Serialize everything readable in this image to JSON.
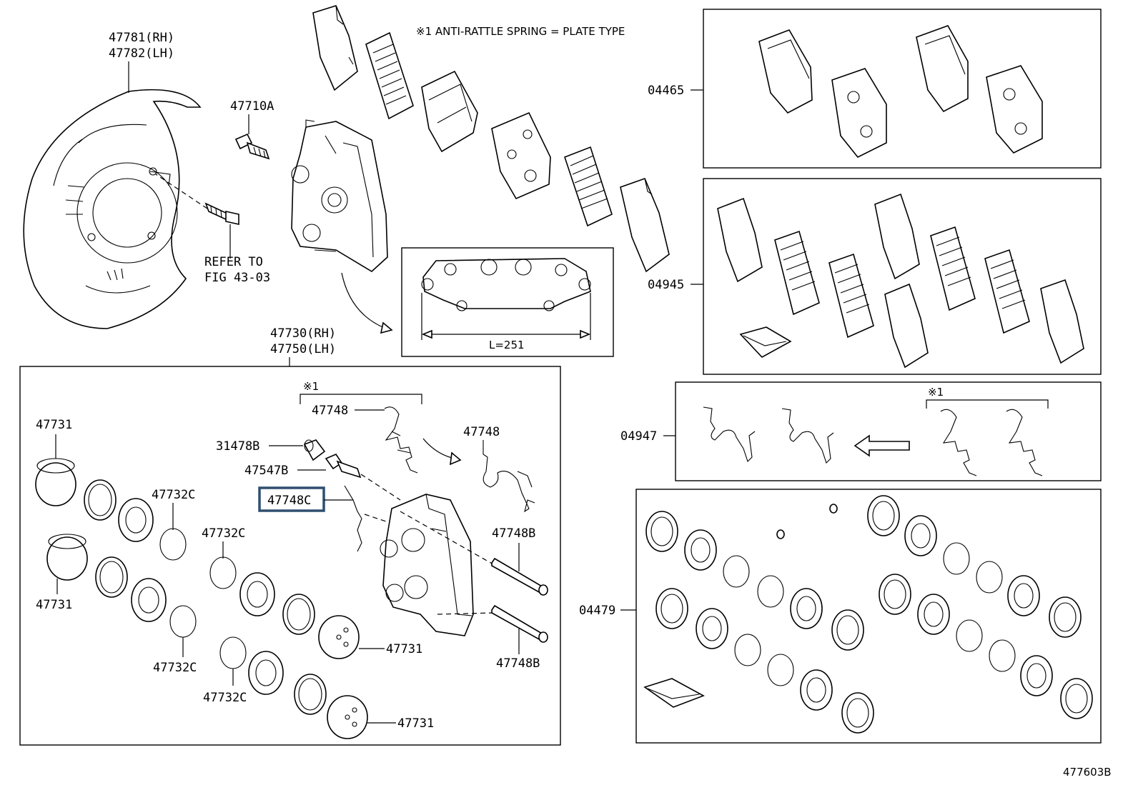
{
  "note": "※1 ANTI-RATTLE SPRING = PLATE TYPE",
  "dimension": "L=251",
  "figure_id": "477603B",
  "refer": {
    "line1": "REFER TO",
    "line2": "FIG 43-03"
  },
  "labels": {
    "l_47781": "47781(RH)",
    "l_47782": "47782(LH)",
    "l_47710A": "47710A",
    "l_47730": "47730(RH)",
    "l_47750": "47750(LH)",
    "l_04465": "04465",
    "l_04945": "04945",
    "l_04947": "04947",
    "l_04479": "04479",
    "l_47748_top": "47748",
    "l_47748_right": "47748",
    "l_31478B": "31478B",
    "l_47547B": "47547B",
    "l_47748C": "47748C",
    "l_47748B_1": "47748B",
    "l_47748B_2": "47748B",
    "l_47731_1": "47731",
    "l_47731_2": "47731",
    "l_47731_3": "47731",
    "l_47731_4": "47731",
    "l_47732C_1": "47732C",
    "l_47732C_2": "47732C",
    "l_47732C_3": "47732C",
    "l_47732C_4": "47732C",
    "mark1_a": "※1",
    "mark1_b": "※1"
  },
  "highlight_color": "#2f4f6f"
}
